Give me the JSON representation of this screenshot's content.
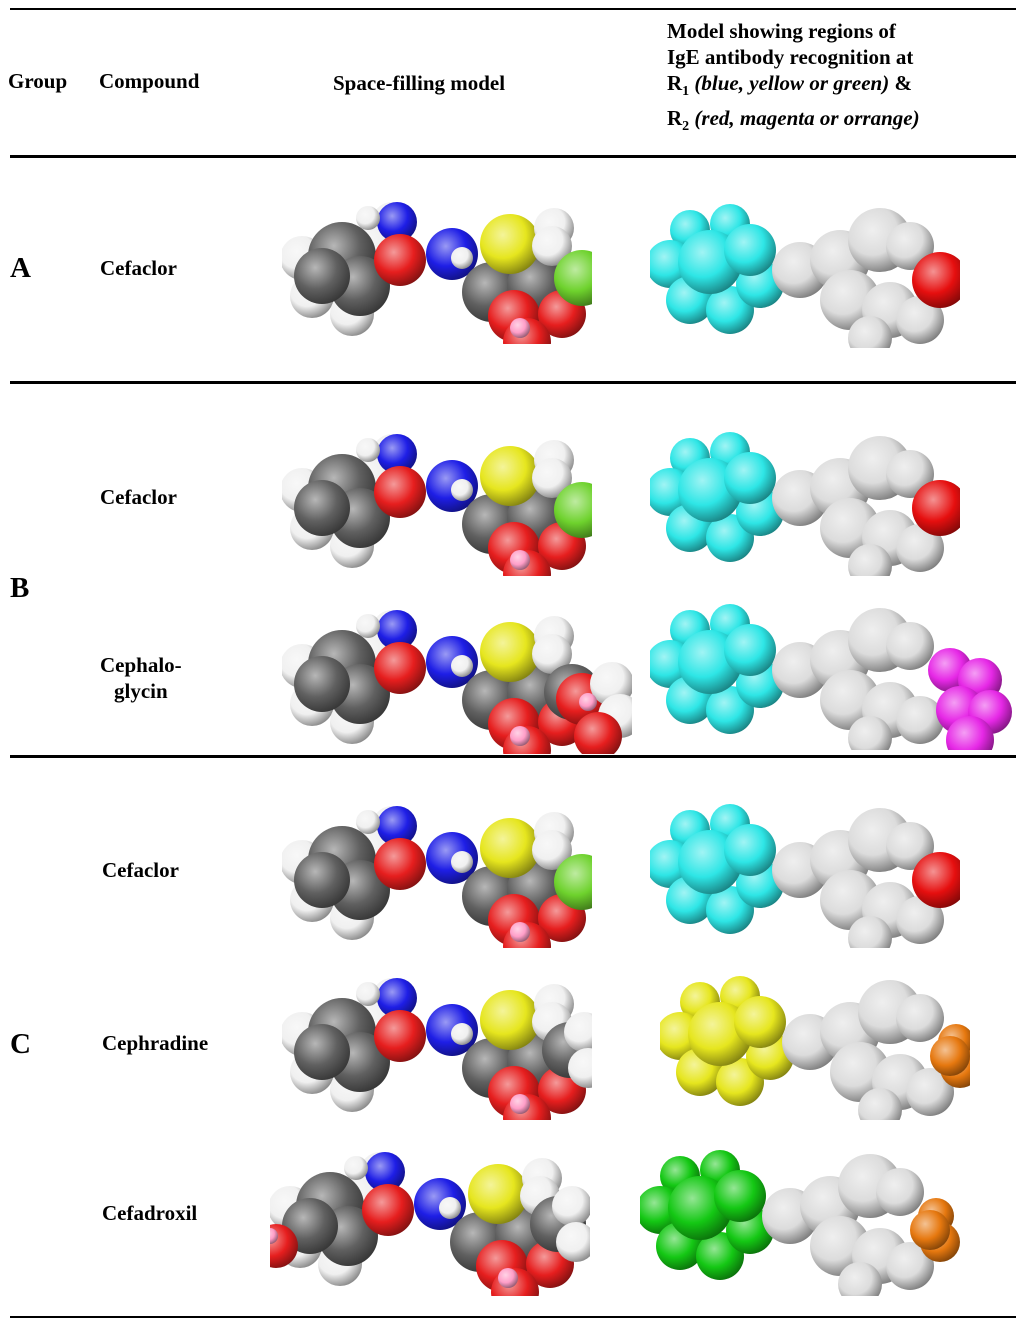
{
  "header": {
    "group": "Group",
    "compound": "Compound",
    "space_filling": "Space-filling model",
    "model_line1": "Model showing regions of",
    "model_line2": "IgE antibody recognition at",
    "model_r1_letter": "R",
    "model_r1_sub": "1",
    "model_r1_italic": "(blue, yellow or green)",
    "model_r1_tail": " &",
    "model_r2_letter": "R",
    "model_r2_sub": "2",
    "model_r2_italic": "(red, magenta or orrange)"
  },
  "groups": [
    {
      "label": "A",
      "compounds": [
        "Cefaclor"
      ]
    },
    {
      "label": "B",
      "compounds": [
        "Cefaclor",
        "Cephalo-",
        "glycin"
      ]
    },
    {
      "label": "C",
      "compounds": [
        "Cefaclor",
        "Cephradine",
        "Cefadroxil"
      ]
    }
  ],
  "colors": {
    "carbon": "#606060",
    "hydrogen": "#f0f0f0",
    "nitrogen": "#1e1ee6",
    "oxygen": "#e61e1e",
    "sulfur": "#e6e61e",
    "chlorine": "#6ed22d",
    "cyan": "#2ee6e6",
    "yellow": "#e6e61e",
    "green": "#14c814",
    "red": "#e60f0f",
    "magenta": "#e628e6",
    "orange": "#e6780f",
    "grey": "#dcdcdc"
  }
}
